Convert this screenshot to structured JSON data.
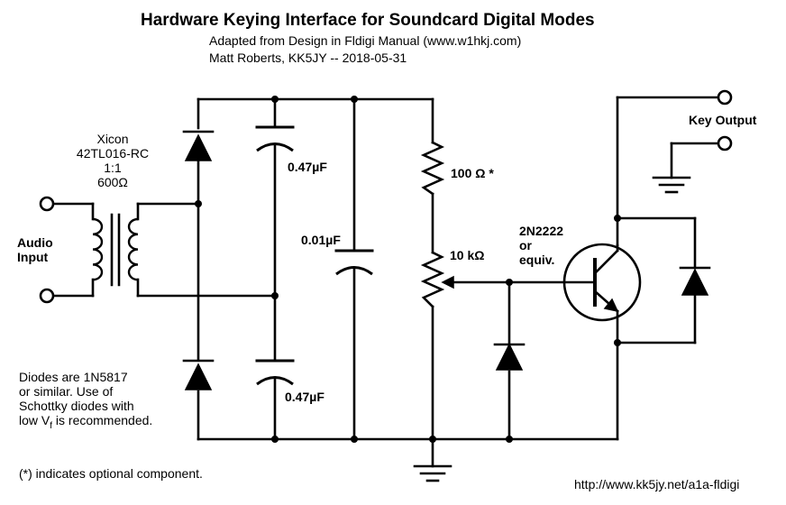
{
  "header": {
    "title": "Hardware Keying Interface for Soundcard Digital Modes",
    "subtitle": "Adapted from Design in Fldigi Manual (www.w1hkj.com)",
    "author": "Matt Roberts, KK5JY  --  2018-05-31"
  },
  "transformer": {
    "line1": "Xicon",
    "line2": "42TL016-RC",
    "line3": "1:1",
    "line4": "600Ω"
  },
  "audio_input": {
    "line1": "Audio",
    "line2": "Input"
  },
  "capacitors": {
    "c1": "0.47µF",
    "c2": "0.01µF",
    "c3": "0.47µF"
  },
  "resistors": {
    "r1": "100 Ω *",
    "pot": "10 kΩ"
  },
  "transistor": {
    "line1": "2N2222",
    "line2": "or",
    "line3": "equiv."
  },
  "key_output": "Key Output",
  "diode_note": {
    "line1": "Diodes are 1N5817",
    "line2": "or similar.  Use of",
    "line3": "Schottky diodes with",
    "line4_pre": "low V",
    "line4_sub": "f",
    "line4_post": " is recommended."
  },
  "optional_note": "(*) indicates optional component.",
  "url": "http://www.kk5jy.net/a1a-fldigi"
}
